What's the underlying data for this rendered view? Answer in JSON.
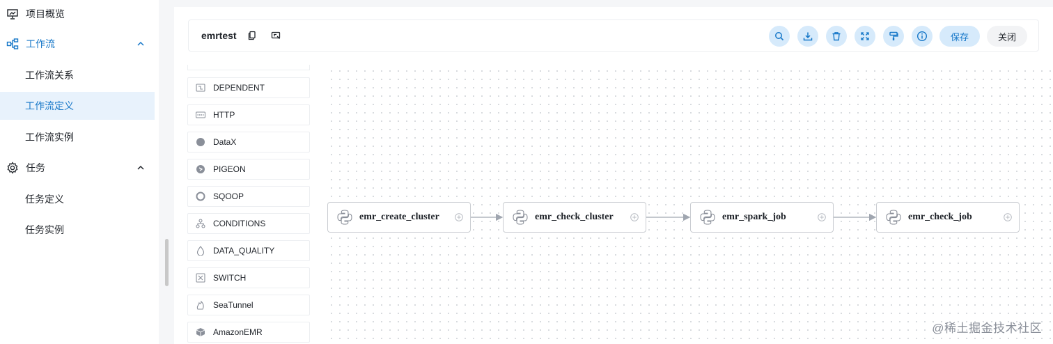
{
  "sidebar": {
    "items": [
      {
        "label": "项目概览",
        "icon": "presentation-icon"
      },
      {
        "label": "工作流",
        "icon": "workflow-icon",
        "expanded": true
      },
      {
        "label": "工作流关系"
      },
      {
        "label": "工作流定义",
        "selected": true
      },
      {
        "label": "工作流实例"
      },
      {
        "label": "任务",
        "icon": "gear-icon",
        "expanded": true
      },
      {
        "label": "任务定义"
      },
      {
        "label": "任务实例"
      }
    ]
  },
  "toolbar": {
    "workflow_name": "emrtest",
    "icons": [
      "copy-icon",
      "edit-label-icon",
      "search-icon",
      "download-icon",
      "delete-icon",
      "fullscreen-icon",
      "format-icon",
      "info-icon"
    ],
    "save_label": "保存",
    "close_label": "关闭"
  },
  "palette": {
    "items": [
      {
        "label": "DEPENDENT",
        "icon": "dependent-icon"
      },
      {
        "label": "HTTP",
        "icon": "http-icon"
      },
      {
        "label": "DataX",
        "icon": "datax-icon"
      },
      {
        "label": "PIGEON",
        "icon": "pigeon-icon"
      },
      {
        "label": "SQOOP",
        "icon": "sqoop-icon"
      },
      {
        "label": "CONDITIONS",
        "icon": "conditions-icon"
      },
      {
        "label": "DATA_QUALITY",
        "icon": "data-quality-icon"
      },
      {
        "label": "SWITCH",
        "icon": "switch-icon"
      },
      {
        "label": "SeaTunnel",
        "icon": "seatunnel-icon"
      },
      {
        "label": "AmazonEMR",
        "icon": "amazon-emr-icon"
      }
    ]
  },
  "canvas": {
    "nodes": [
      {
        "label": "emr_create_cluster",
        "icon": "python-icon"
      },
      {
        "label": "emr_check_cluster",
        "icon": "python-icon"
      },
      {
        "label": "emr_spark_job",
        "icon": "python-icon"
      },
      {
        "label": "emr_check_job",
        "icon": "python-icon"
      }
    ]
  },
  "watermark": "@稀土掘金技术社区",
  "colors": {
    "accent": "#1677c8",
    "accent_bg": "#d6eafb",
    "selected_bg": "#e8f2fc"
  }
}
